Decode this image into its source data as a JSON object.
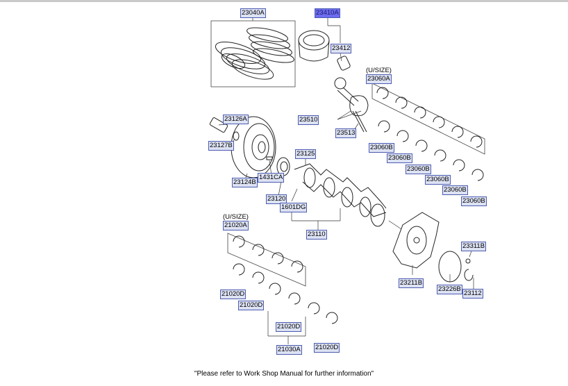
{
  "labels": {
    "p23040A": "23040A",
    "p23410A": "23410A",
    "p23412": "23412",
    "usize_bearing": "(U/SIZE)",
    "p23060A": "23060A",
    "p23126A": "23126A",
    "p23127B": "23127B",
    "p23510": "23510",
    "p23513": "23513",
    "p23060B_1": "23060B",
    "p23060B_2": "23060B",
    "p23060B_3": "23060B",
    "p23060B_4": "23060B",
    "p23060B_5": "23060B",
    "p23060B_6": "23060B",
    "p23125": "23125",
    "p1431CA": "1431CA",
    "p23124B": "23124B",
    "p23120": "23120",
    "p1601DG": "1601DG",
    "p23110": "23110",
    "usize_main": "(U/SIZE)",
    "p21020A": "21020A",
    "p21020D_1": "21020D",
    "p21020D_2": "21020D",
    "p21020D_3": "21020D",
    "p21020D_4": "21020D",
    "p21030A": "21030A",
    "p23211B": "23211B",
    "p23311B": "23311B",
    "p23226B": "23226B",
    "p23112": "23112"
  },
  "footer_note": "\"Please refer to Work Shop Manual for further information\"",
  "colors": {
    "selected_label": "#6d6cf0",
    "label_bg": "#dde2f3",
    "label_border": "#4b5bb0"
  }
}
